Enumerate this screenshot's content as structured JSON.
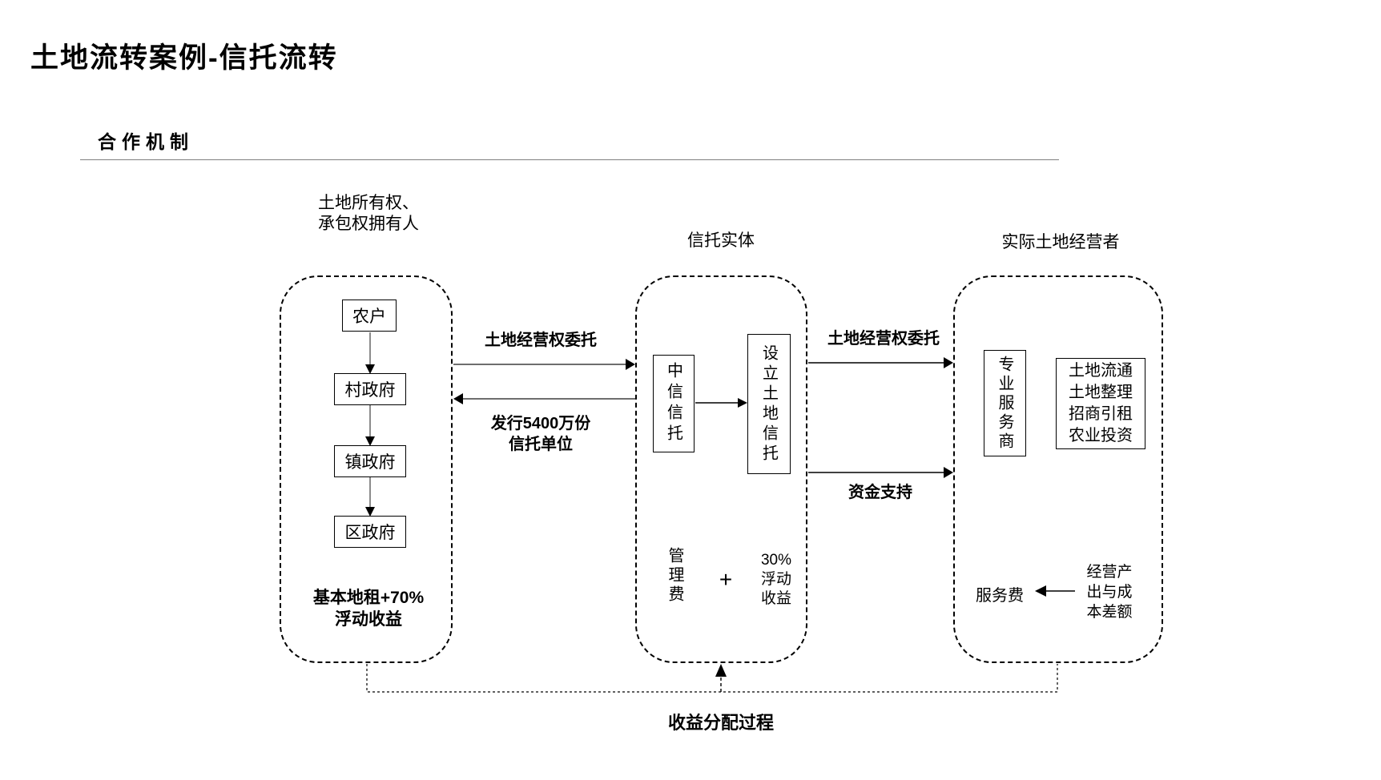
{
  "title": "土地流转案例-信托流转",
  "section": {
    "heading": "合作机制"
  },
  "groups": {
    "left": {
      "label_line1": "土地所有权、",
      "label_line2": "承包权拥有人",
      "chain": [
        "农户",
        "村政府",
        "镇政府",
        "区政府"
      ],
      "note_line1": "基本地租+70%",
      "note_line2": "浮动收益"
    },
    "middle": {
      "label": "信托实体",
      "trust_company": "中信信托",
      "land_trust": "设立土地信托",
      "fee": "管理费",
      "plus": "+",
      "share_line1": "30%",
      "share_line2": "浮动",
      "share_line3": "收益"
    },
    "right": {
      "label": "实际土地经营者",
      "service_provider": "专业服务商",
      "services": [
        "土地流通",
        "土地整理",
        "招商引租",
        "农业投资"
      ],
      "service_fee": "服务费",
      "diff_line1": "经营产",
      "diff_line2": "出与成",
      "diff_line3": "本差额"
    }
  },
  "arrows": {
    "left_to_middle": "土地经营权委托",
    "middle_to_left_line1": "发行5400万份",
    "middle_to_left_line2": "信托单位",
    "middle_to_right_top": "土地经营权委托",
    "middle_to_right_bottom": "资金支持"
  },
  "footer": {
    "process_label": "收益分配过程"
  },
  "colors": {
    "line_gray": "#6e6e6e",
    "line_black": "#000000"
  }
}
